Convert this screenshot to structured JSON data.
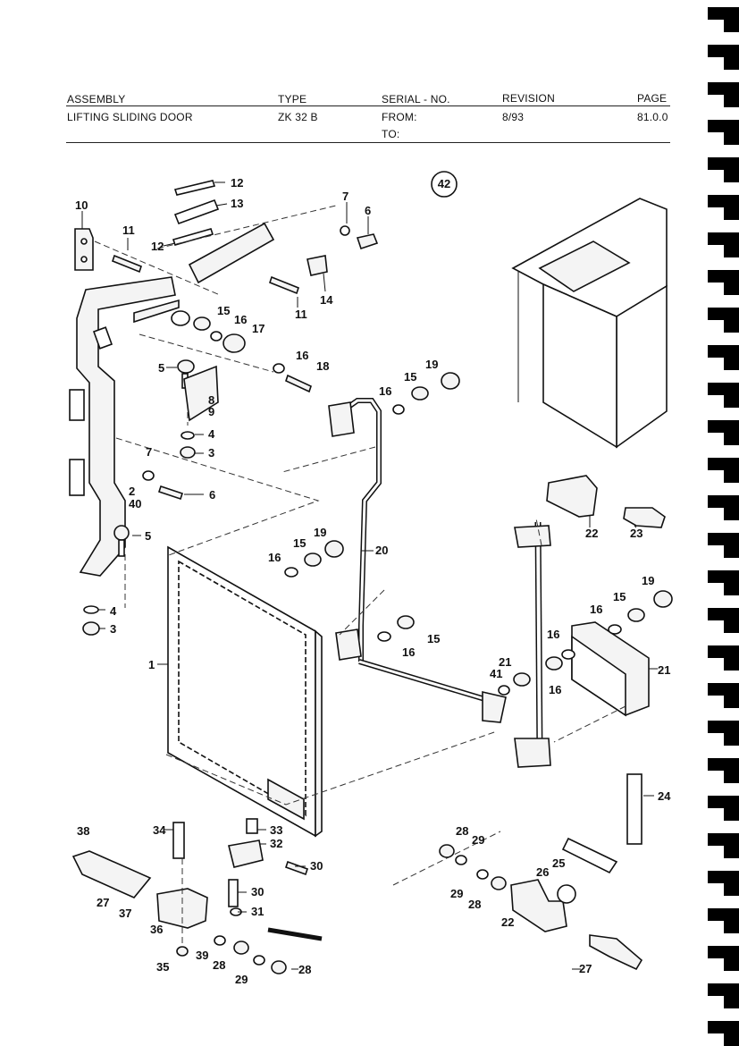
{
  "header": {
    "assembly_label": "ASSEMBLY",
    "assembly_value": "LIFTING SLIDING DOOR",
    "type_label": "TYPE",
    "type_value": "ZK 32 B",
    "serial_label": "SERIAL - NO.",
    "serial_from": "FROM:",
    "serial_to": "TO:",
    "revision_label": "REVISION",
    "revision_value": "8/93",
    "page_label": "PAGE",
    "page_value": "81.0.0"
  },
  "diagram": {
    "figure_number": "42",
    "callouts": [
      "12",
      "13",
      "12",
      "10",
      "11",
      "7",
      "6",
      "11",
      "14",
      "15",
      "16",
      "17",
      "5",
      "16",
      "18",
      "8",
      "9",
      "4",
      "3",
      "19",
      "16",
      "15",
      "7",
      "6",
      "2",
      "40",
      "5",
      "19",
      "15",
      "16",
      "20",
      "4",
      "3",
      "1",
      "16",
      "15",
      "22",
      "23",
      "19",
      "15",
      "16",
      "16",
      "41",
      "21",
      "16",
      "21",
      "24",
      "38",
      "34",
      "33",
      "32",
      "30",
      "30",
      "31",
      "27",
      "37",
      "36",
      "35",
      "39",
      "28",
      "29",
      "28",
      "28",
      "29",
      "29",
      "28",
      "25",
      "26",
      "22",
      "27"
    ]
  },
  "colors": {
    "ink": "#111111",
    "paper": "#ffffff",
    "part_fill": "#f4f4f4"
  }
}
